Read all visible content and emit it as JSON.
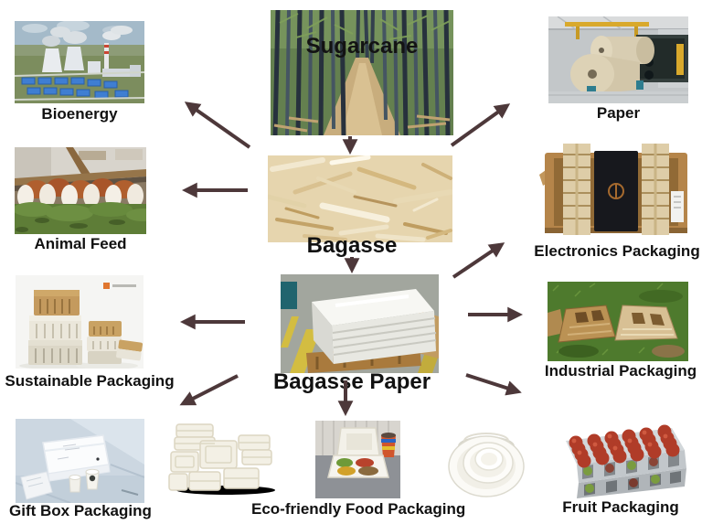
{
  "flow": {
    "sugarcane": "Sugarcane",
    "bagasse": "Bagasse",
    "bagasse_paper": "Bagasse Paper"
  },
  "products": [
    {
      "label": "Bioenergy"
    },
    {
      "label": "Animal Feed"
    },
    {
      "label": "Paper"
    },
    {
      "label": "Electronics Packaging"
    },
    {
      "label": "Sustainable Packaging"
    },
    {
      "label": "Industrial Packaging"
    },
    {
      "label": "Gift Box Packaging"
    },
    {
      "label": "Eco-friendly Food Packaging"
    },
    {
      "label": "Fruit Packaging"
    }
  ],
  "colors": {
    "arrow": "#4d383a",
    "label_text": "#111111",
    "background": "#ffffff"
  }
}
